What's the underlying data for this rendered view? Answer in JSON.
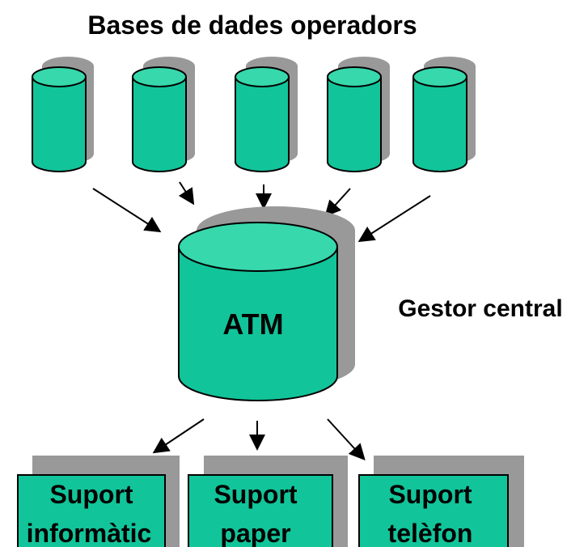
{
  "title": "Bases de dades operadors",
  "central": {
    "label": "ATM",
    "caption": "Gestor central"
  },
  "outputs": [
    {
      "line1": "Suport",
      "line2": "informàtic"
    },
    {
      "line1": "Suport",
      "line2": "paper"
    },
    {
      "line1": "Suport",
      "line2": "telèfon"
    }
  ],
  "colors": {
    "cylinder_fill": "#12c49a",
    "cylinder_top": "#36d8ac",
    "shadow": "#999999",
    "outline": "#000000",
    "background": "#ffffff"
  }
}
